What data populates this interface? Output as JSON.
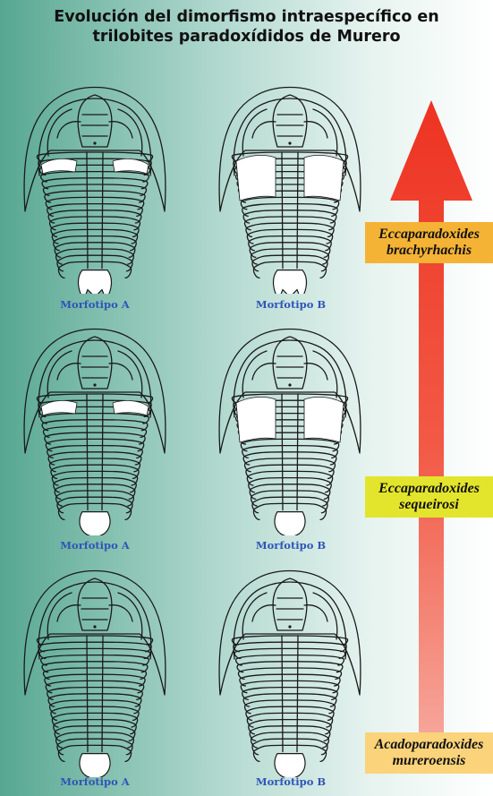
{
  "title": {
    "line1": "Evolución del dimorfismo intraespecífico en",
    "line2": "trilobites paradoxídidos de Murero"
  },
  "specimens": [
    {
      "label": "Morfotipo A",
      "row": 1,
      "morphotype": "A"
    },
    {
      "label": "Morfotipo B",
      "row": 1,
      "morphotype": "B"
    },
    {
      "label": "Morfotipo A",
      "row": 2,
      "morphotype": "A"
    },
    {
      "label": "Morfotipo B",
      "row": 2,
      "morphotype": "B"
    },
    {
      "label": "Morfotipo A",
      "row": 3,
      "morphotype": "A"
    },
    {
      "label": "Morfotipo B",
      "row": 3,
      "morphotype": "B"
    }
  ],
  "species": [
    {
      "line1": "Eccaparadoxides",
      "line2": "brachyrhachis",
      "color": "#f5b335"
    },
    {
      "line1": "Eccaparadoxides",
      "line2": "sequeirosi",
      "color": "#e3e52c"
    },
    {
      "line1": "Acadoparadoxides",
      "line2": "mureroensis",
      "color": "#fbd37a"
    }
  ],
  "colors": {
    "background_left": "#56a792",
    "background_right": "#ffffff",
    "label_text": "#2f55b8",
    "arrow_top": "#ee3322",
    "arrow_bottom": "#f6a59a"
  }
}
